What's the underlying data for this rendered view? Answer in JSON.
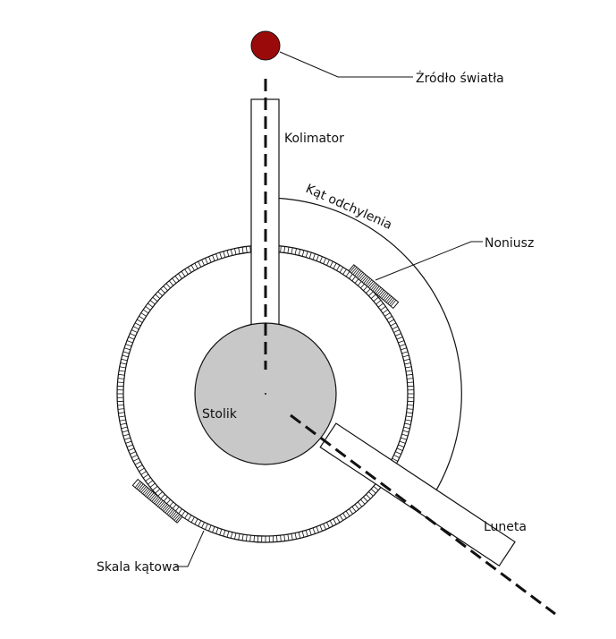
{
  "labels": {
    "light_source": "Źródło światła",
    "collimator": "Kolimator",
    "deflection_angle": "Kąt odchylenia",
    "vernier": "Noniusz",
    "stage": "Stolik",
    "telescope": "Luneta",
    "angular_scale": "Skala kątowa"
  },
  "colors": {
    "light_source_fill": "#9b0a0a",
    "stage_fill": "#c8c8c8",
    "stroke": "#111111",
    "background": "#ffffff"
  }
}
